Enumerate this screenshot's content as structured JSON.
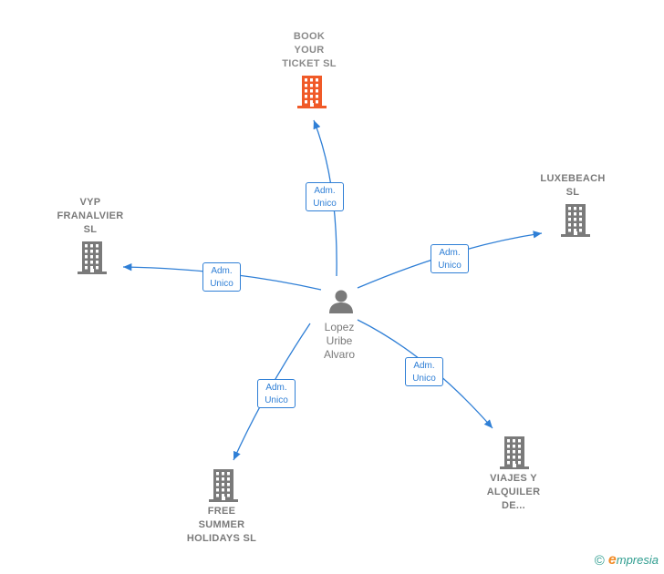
{
  "center": {
    "name": "Lopez\nUribe\nAlvaro",
    "icon": "person-icon"
  },
  "companies": [
    {
      "id": "book-your-ticket",
      "name": "BOOK\nYOUR\nTICKET  SL",
      "highlighted": true,
      "color": "#f05a28",
      "icon": "building-icon",
      "role": "Adm.\nUnico"
    },
    {
      "id": "luxebeach",
      "name": "LUXEBEACH\nSL",
      "highlighted": false,
      "color": "#7a7a7a",
      "icon": "building-icon",
      "role": "Adm.\nUnico"
    },
    {
      "id": "vyp-franalvier",
      "name": "VYP\nFRANALVIER\nSL",
      "highlighted": false,
      "color": "#7a7a7a",
      "icon": "building-icon",
      "role": "Adm.\nUnico"
    },
    {
      "id": "free-summer-holidays",
      "name": "FREE\nSUMMER\nHOLIDAYS  SL",
      "highlighted": false,
      "color": "#7a7a7a",
      "icon": "building-icon",
      "role": "Adm.\nUnico"
    },
    {
      "id": "viajes-y-alquiler",
      "name": "VIAJES Y\nALQUILER\nDE...",
      "highlighted": false,
      "color": "#7a7a7a",
      "icon": "building-icon",
      "role": "Adm.\nUnico"
    }
  ],
  "colors": {
    "edge": "#2f7fd6",
    "node": "#7a7a7a",
    "highlight": "#f05a28"
  },
  "footer": {
    "copyright": "©",
    "brand_initial": "e",
    "brand_rest": "mpresia"
  }
}
